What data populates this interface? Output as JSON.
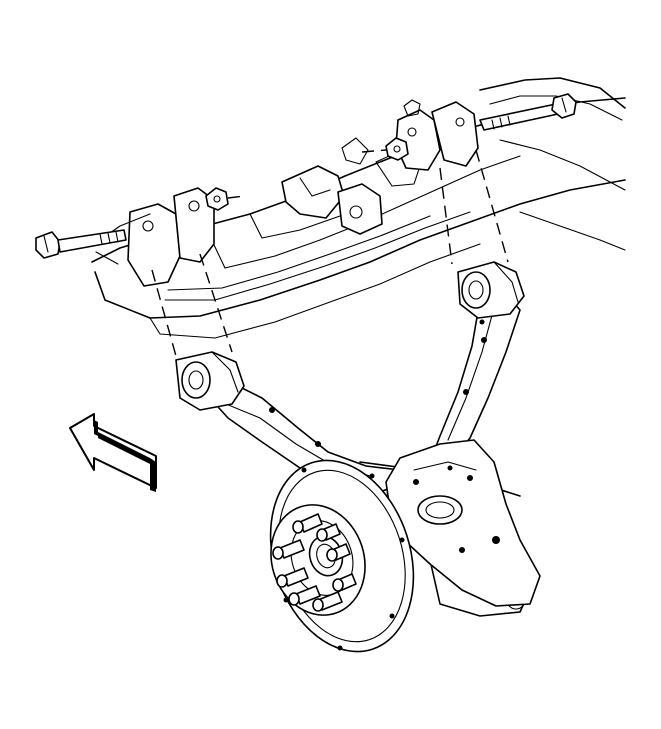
{
  "figure": {
    "kind": "exploded-assembly-illustration",
    "components": [
      "frame-crossmember",
      "front-bolt-left",
      "front-bolt-right",
      "nut-left",
      "nut-right",
      "lower-control-arm",
      "front-bushing",
      "rear-bushing",
      "wheel-hub",
      "wheel-studs",
      "brake-backing-plate"
    ],
    "indicator": "forward-direction-arrow",
    "colors": {
      "line": "#000000",
      "background": "#ffffff"
    }
  }
}
